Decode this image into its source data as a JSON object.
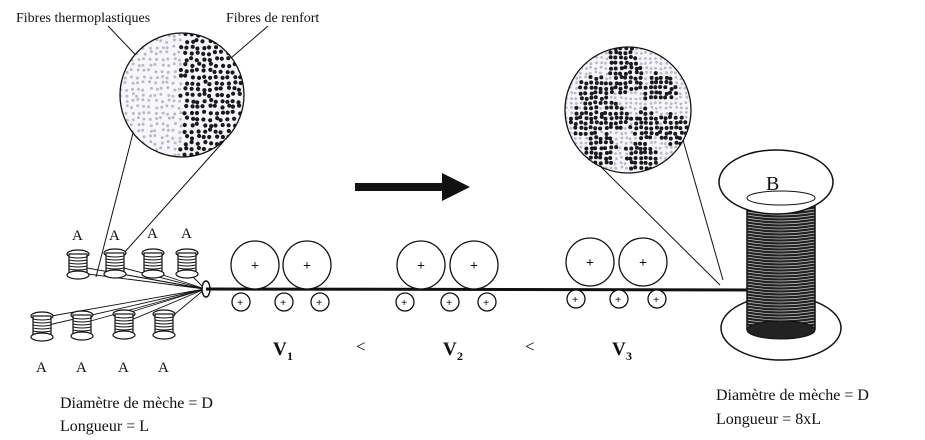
{
  "labels": {
    "thermo": "Fibres thermoplastiques",
    "renfort": "Fibres de renfort",
    "bobbin": "A",
    "spool": "B",
    "v1": "V",
    "v1_sub": "1",
    "v2": "V",
    "v2_sub": "2",
    "v3": "V",
    "v3_sub": "3",
    "lt1": "<",
    "lt2": "<",
    "roller_mark": "+",
    "left_diam": "Diamètre de mèche = D",
    "left_len": "Longueur = L",
    "right_diam": "Diamètre de mèche = D",
    "right_len": "Longueur = 8xL"
  },
  "colors": {
    "ink": "#111111",
    "thermo_dot": "#b9b9cc",
    "renfort_dot": "#1a1a1a",
    "arrow": "#111111"
  }
}
